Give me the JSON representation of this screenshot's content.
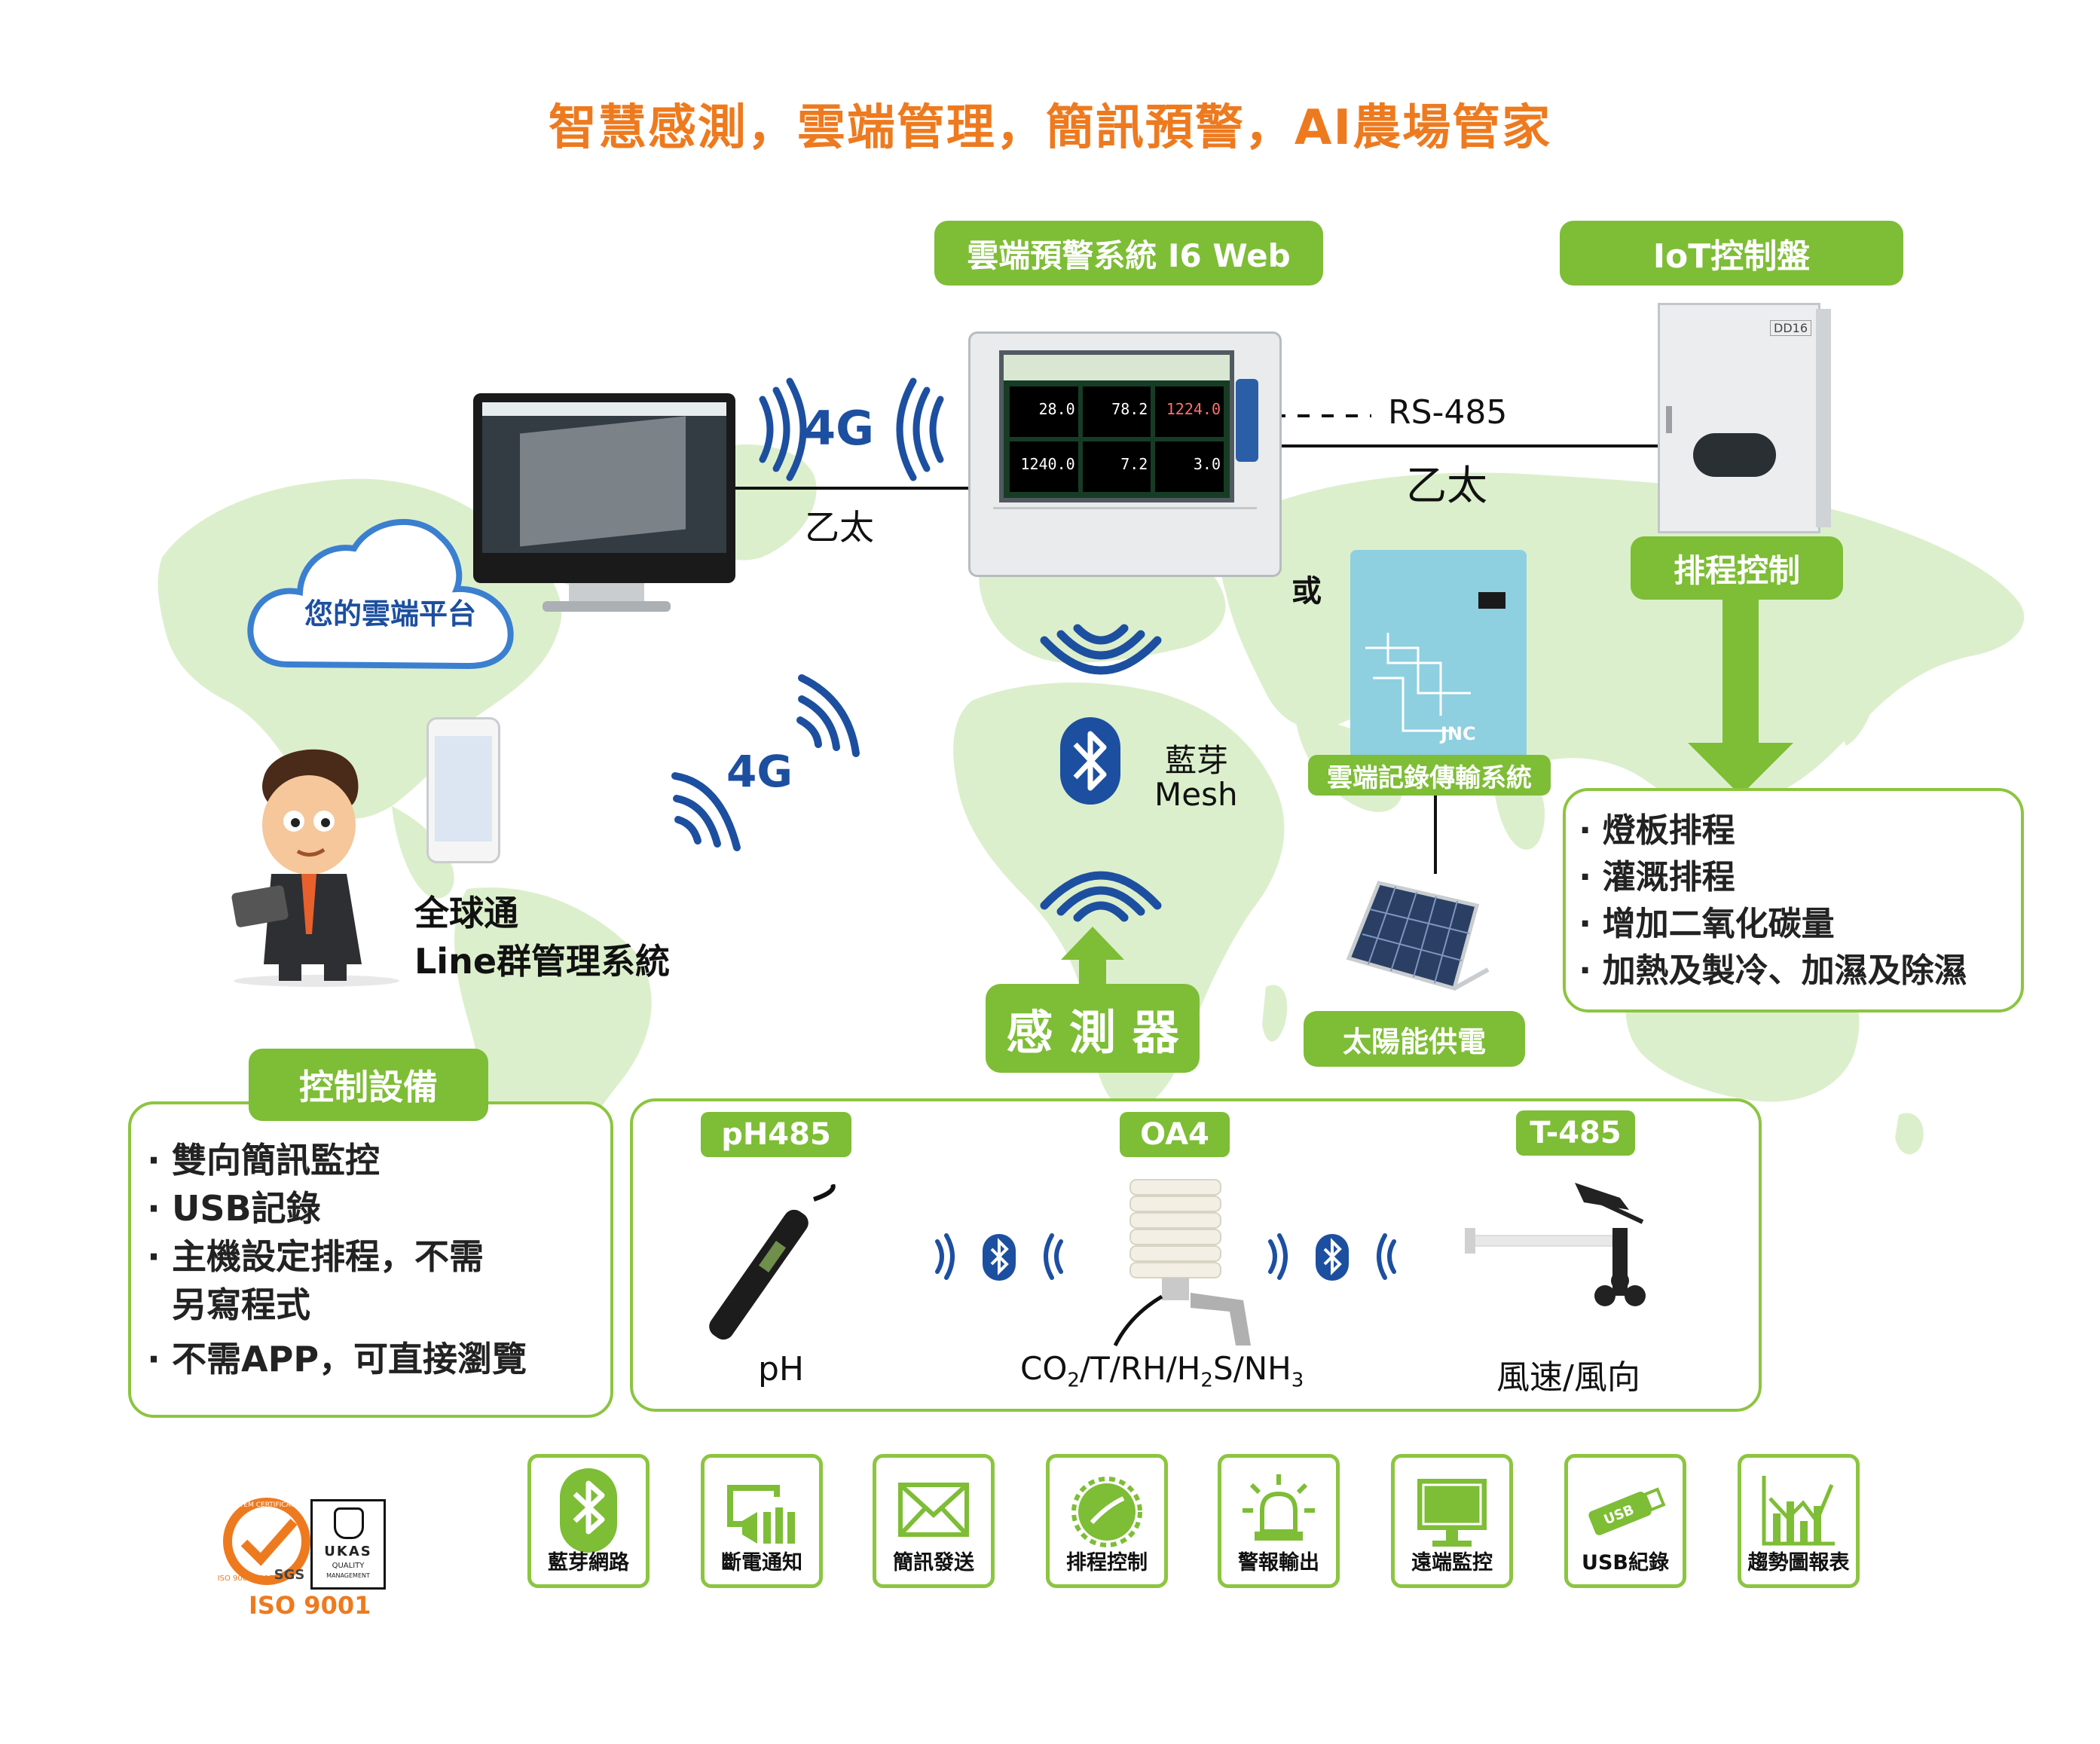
{
  "title": "智慧感測，雲端管理，簡訊預警，AI農場管家",
  "i6web": {
    "label": "雲端預警系統 I6 Web",
    "readings": [
      "28.0",
      "78.2",
      "1224.0",
      "1240.0",
      "7.2",
      "3.0"
    ]
  },
  "iot_panel": {
    "label": "IoT控制盤",
    "tag": "DD16"
  },
  "cloud_label": "您的雲端平台",
  "net_4g_top": "4G",
  "net_4g_left": "4G",
  "ethernet_left": "乙太",
  "rs485": "RS-485",
  "ethernet_right": "乙太",
  "or_label": "或",
  "schedule_label": "排程控制",
  "schedule_items": [
    "‧ 燈板排程",
    "‧ 灌溉排程",
    "‧ 增加二氧化碳量",
    "‧ 加熱及製冷、加濕及除濕"
  ],
  "bluetooth_label_1": "藍芽",
  "bluetooth_label_2": "Mesh",
  "cloud_logger_label": "雲端記錄傳輸系統",
  "cloud_logger_brand": "JNC",
  "solar_label": "太陽能供電",
  "sensor_label": "感 測 器",
  "line_label_1": "全球通",
  "line_label_2": "Line群管理系統",
  "control_title": "控制設備",
  "control_items": [
    "‧ 雙向簡訊監控",
    "‧ USB記錄",
    "‧ 主機設定排程，不需",
    "  另寫程式",
    "‧ 不需APP，可直接瀏覽"
  ],
  "sensors": [
    {
      "tag": "pH485",
      "caption": "pH"
    },
    {
      "tag": "OA4",
      "caption_parts": [
        "CO",
        "2",
        "/T/RH/H",
        "2",
        "S/NH",
        "3"
      ]
    },
    {
      "tag": "T-485",
      "caption": "風速/風向"
    }
  ],
  "features": [
    "藍芽網路",
    "斷電通知",
    "簡訊發送",
    "排程控制",
    "警報輸出",
    "遠端監控",
    "USB紀錄",
    "趨勢圖報表"
  ],
  "usb_icon_text": "USB",
  "iso": {
    "label": "ISO 9001",
    "sgs": "SGS",
    "sgs_ring": "SYSTEM CERTIFICATION",
    "sgs_year": "ISO 9001:2015",
    "ukas": "UKAS",
    "ukas_sub1": "QUALITY",
    "ukas_sub2": "MANAGEMENT"
  },
  "colors": {
    "green": "#7ebd36",
    "orange": "#ee7a1f",
    "blue": "#1d4fa0",
    "map": "#dcefcc"
  }
}
